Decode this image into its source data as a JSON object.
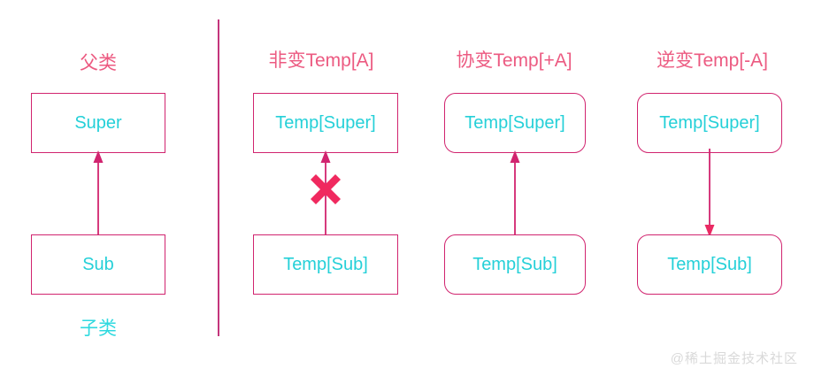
{
  "diagram": {
    "background": "#ffffff",
    "accent_pink": "#d1246f",
    "title_pink": "#ec5a81",
    "node_text_cyan": "#25d0d8",
    "x_mark_color": "#f0295f",
    "divider_color": "#c4357c"
  },
  "legend_column": {
    "parent_label": "父类",
    "child_label": "子类",
    "super_box": "Super",
    "sub_box": "Sub",
    "arrow_direction": "up"
  },
  "columns": [
    {
      "title": "非变Temp[A]",
      "super_box": "Temp[Super]",
      "sub_box": "Temp[Sub]",
      "arrow_direction": "up",
      "blocked": true,
      "rounded": false,
      "variance": "invariant"
    },
    {
      "title": "协变Temp[+A]",
      "super_box": "Temp[Super]",
      "sub_box": "Temp[Sub]",
      "arrow_direction": "up",
      "blocked": false,
      "rounded": true,
      "variance": "covariant"
    },
    {
      "title": "逆变Temp[-A]",
      "super_box": "Temp[Super]",
      "sub_box": "Temp[Sub]",
      "arrow_direction": "down",
      "blocked": false,
      "rounded": true,
      "variance": "contravariant"
    }
  ],
  "watermark": "@稀土掘金技术社区"
}
